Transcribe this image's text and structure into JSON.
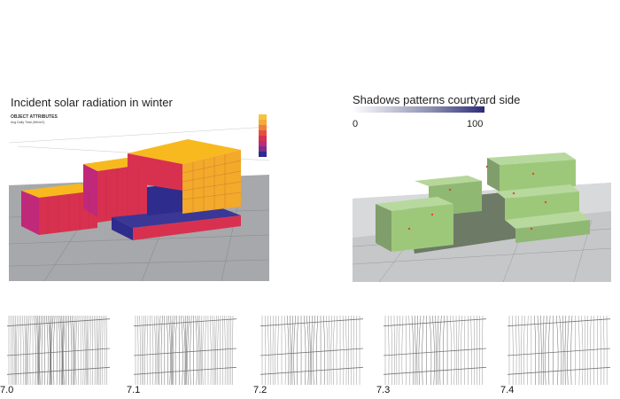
{
  "left_panel": {
    "title": "Incident solar radiation in winter",
    "info_heading": "OBJECT ATTRIBUTES",
    "info_line_1": "Avg Daily Total (Wh/m2)",
    "info_line_2": "",
    "info_line_3": ""
  },
  "right_panel": {
    "title": "Shadows patterns courtyard side",
    "scale_min": "0",
    "scale_max": "100"
  },
  "strips": [
    {
      "label": "7.0"
    },
    {
      "label": "7.1"
    },
    {
      "label": "7.2"
    },
    {
      "label": "7.3"
    },
    {
      "label": "7.4"
    }
  ],
  "colors": {
    "roof_yellow": "#f7b91e",
    "wall_red": "#d8314f",
    "wall_magenta": "#c0287a",
    "dark_blue": "#2e2c8c",
    "ground_gray": "#a7a8ab",
    "shadow_green": "#9dc87a",
    "shadow_dark": "#6d7a66"
  }
}
